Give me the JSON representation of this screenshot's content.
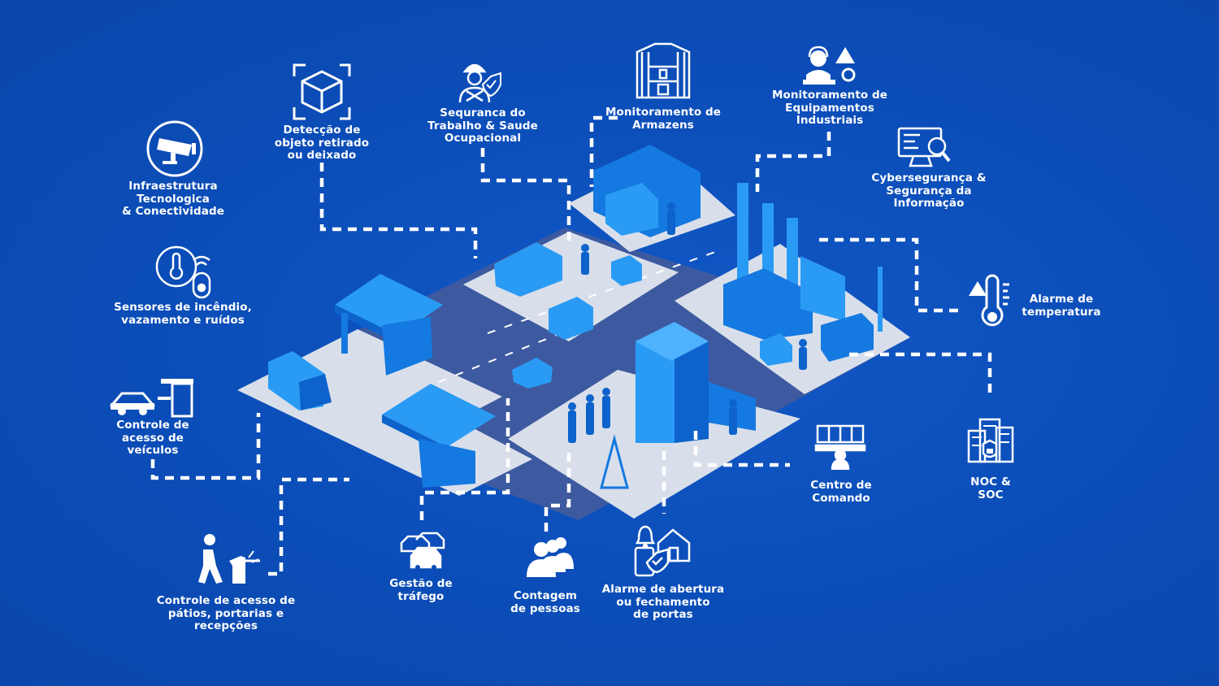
{
  "labels": {
    "infra": "Infraestrutura\nTecnologica\n& Conectividade",
    "deteccao": "Detecção de\nobjeto retirado\nou deixado",
    "seguranca_trabalho": "Sequranca do\nTrabalho & Saude\nOcupacional",
    "armazens": "Monitoramento de\nArmazens",
    "equipamentos": "Monitoramento de\nEquipamentos\nIndustriais",
    "cyber": "Cybersegurança &\nSegurança da\nInformação",
    "sensores": "Sensores de incêndio,\nvazamento e ruídos",
    "temperatura": "Alarme de\ntemperatura",
    "veiculos": "Controle de\nacesso de\nveículos",
    "comando": "Centro de\nComando",
    "noc": "NOC &\nSOC",
    "patios": "Controle de acesso de\npátios, portarias e\nrecepções",
    "trafego": "Gestão de\ntráfego",
    "contagem": "Contagem\nde pessoas",
    "portas": "Alarme de abertura\nou fechamento\nde portas"
  },
  "icons": {
    "infra": "cctv-camera-icon",
    "deteccao": "box-detection-icon",
    "seguranca_trabalho": "worker-shield-icon",
    "armazens": "warehouse-shelves-icon",
    "equipamentos": "operator-alert-icon",
    "cyber": "monitor-search-icon",
    "sensores": "thermometer-sensor-icon",
    "temperatura": "thermometer-alert-icon",
    "veiculos": "car-gate-icon",
    "comando": "command-center-icon",
    "noc": "building-lock-icon",
    "patios": "turnstile-person-icon",
    "trafego": "cars-traffic-icon",
    "contagem": "people-group-icon",
    "portas": "door-alarm-icon"
  },
  "colors": {
    "background": "#0b4db8",
    "ground": "#dfe5ef",
    "building": "#1e88f0",
    "building_dark": "#0b5ec9",
    "line": "#ffffff"
  }
}
